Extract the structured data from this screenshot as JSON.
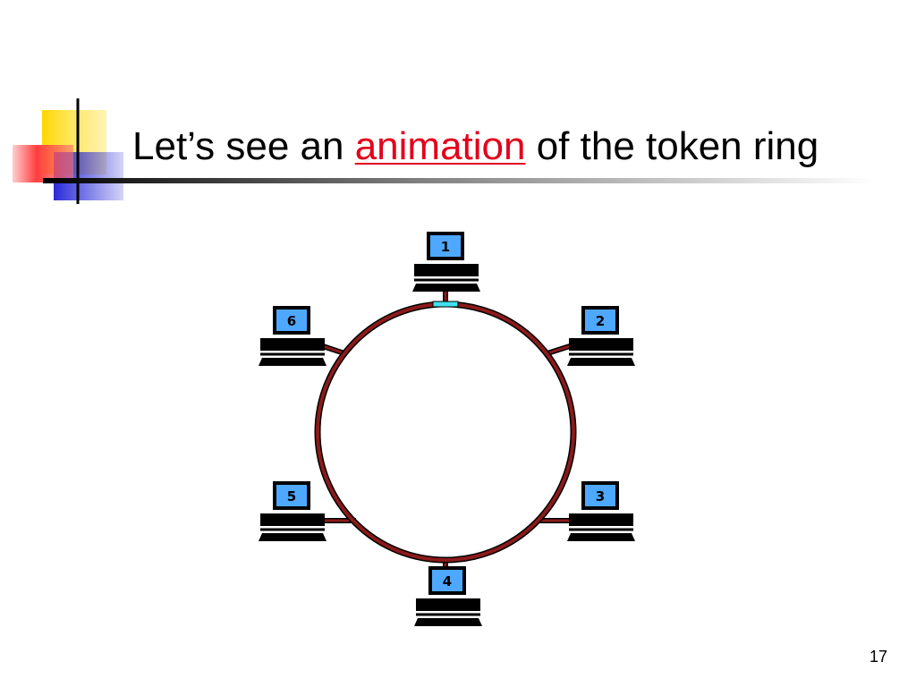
{
  "slide": {
    "title_prefix": "Let’s see an ",
    "title_link": "animation",
    "title_suffix": " of the token ring",
    "slide_number": "17"
  },
  "diagram": {
    "stations": [
      "1",
      "2",
      "3",
      "4",
      "5",
      "6"
    ],
    "ring_color": "#8b1a1a",
    "token_color": "#40e0f0",
    "screen_color": "#4fa8ff",
    "accent_colors": {
      "yellow": "#ffd700",
      "red": "#ff3c3c",
      "blue": "#2a2ad8"
    }
  }
}
